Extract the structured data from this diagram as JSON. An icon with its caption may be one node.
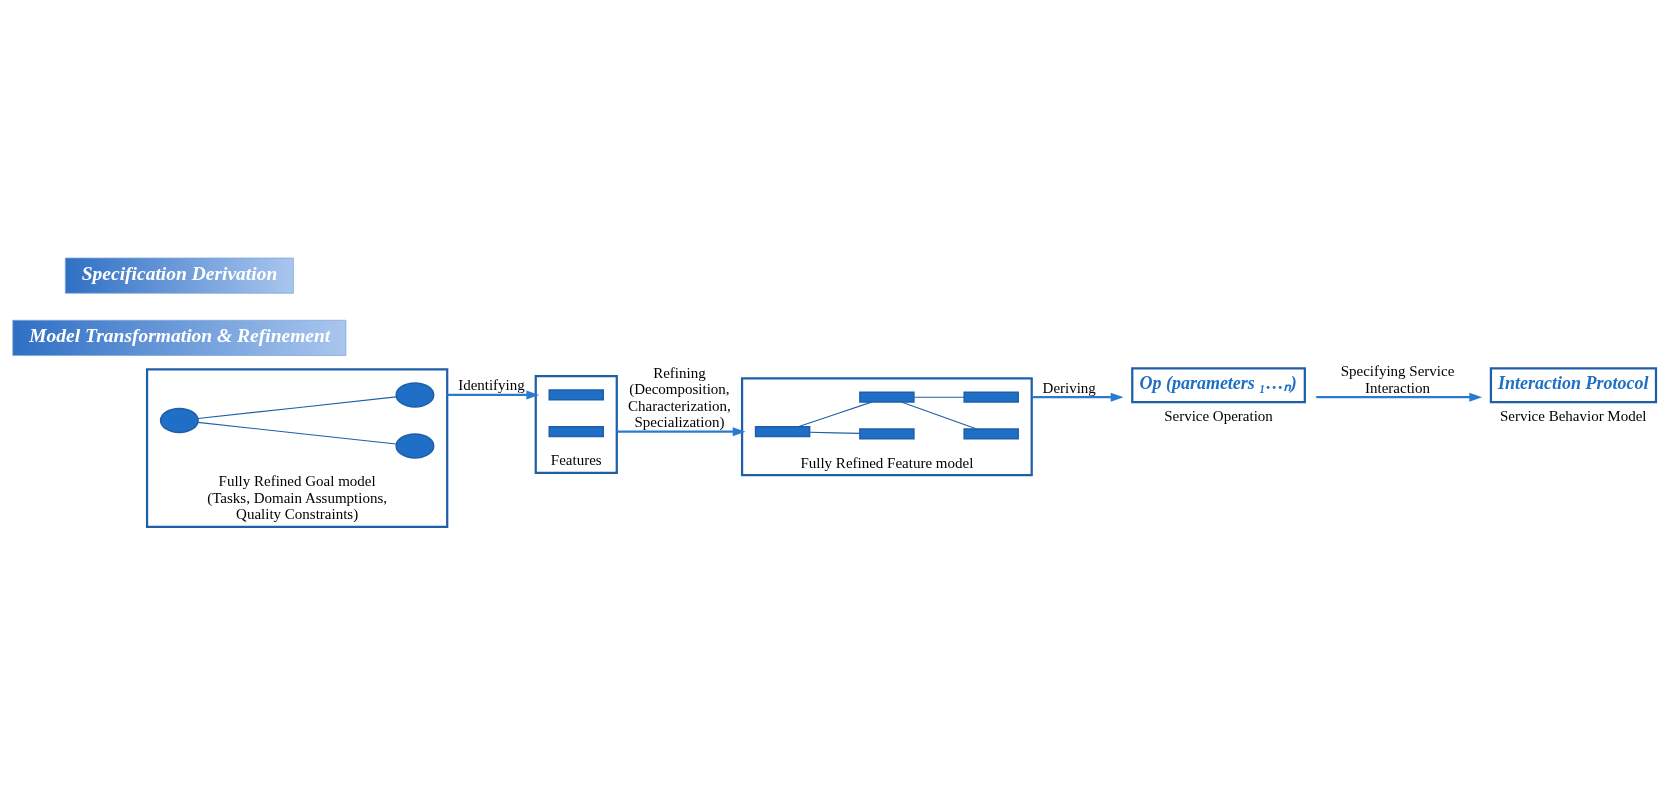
{
  "diagram": {
    "nodes": [
      {
        "text": [
          "Fully Refined Goal model (Tasks, Domain Assumptions, Quality Constraints)"
        ]
      },
      {
        "text": [],
        "shape": "ellipse",
        "in": 0
      },
      {
        "text": [],
        "shape": "ellipse",
        "in": 0
      },
      {
        "text": [],
        "shape": "ellipse",
        "in": 0
      },
      {
        "text": [
          "Features"
        ]
      },
      {
        "text": [],
        "shape": "bar",
        "in": 4
      },
      {
        "text": [],
        "shape": "bar",
        "in": 4
      },
      {
        "text": [
          "Fully Refined Feature model"
        ]
      },
      {
        "text": [],
        "shape": "bar",
        "in": 7
      },
      {
        "text": [],
        "shape": "bar",
        "in": 7
      },
      {
        "text": [],
        "shape": "bar",
        "in": 7
      },
      {
        "text": [],
        "shape": "bar",
        "in": 7
      },
      {
        "text": [],
        "shape": "bar",
        "in": 7
      },
      {
        "text": [
          "Op (parameters ₁…ₙ)",
          "Service Operation"
        ]
      },
      {
        "text": [
          "Interaction Protocol",
          "Service Behavior Model"
        ]
      },
      {
        "text": [
          "Model Transformation & Refinement"
        ]
      },
      {
        "text": [
          "Specification Derivation"
        ]
      }
    ],
    "edges": [
      {
        "from": 1,
        "to": 2,
        "arrow": "none"
      },
      {
        "from": 1,
        "to": 3,
        "arrow": "none"
      },
      {
        "from": 0,
        "to": 4,
        "arrow": "to",
        "label": "Identifying"
      },
      {
        "from": 8,
        "to": 9,
        "arrow": "none"
      },
      {
        "from": 8,
        "to": 10,
        "arrow": "none"
      },
      {
        "from": 10,
        "to": 11,
        "arrow": "none"
      },
      {
        "from": 10,
        "to": 12,
        "arrow": "none"
      },
      {
        "from": 4,
        "to": 7,
        "arrow": "to",
        "label": "Refining (Decomposition, Characterization, Specialization)"
      },
      {
        "from": 7,
        "to": 13,
        "arrow": "to",
        "label": "Deriving"
      },
      {
        "from": 13,
        "to": 14,
        "arrow": "to",
        "label": "Specifying Service Interaction"
      }
    ]
  }
}
